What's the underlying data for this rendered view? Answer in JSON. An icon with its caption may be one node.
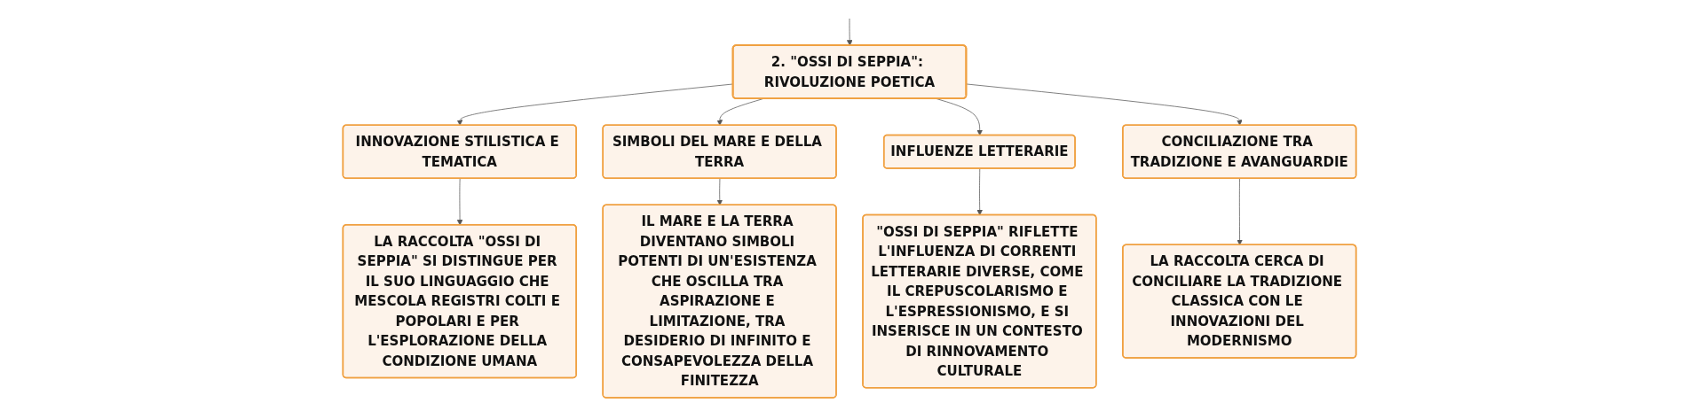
{
  "diagram": {
    "nodes": [
      {
        "text": [
          "2. \"OSSI DI SEPPIA\": RIVOLUZIONE POETICA"
        ]
      },
      {
        "text": [
          "INNOVAZIONE STILISTICA E TEMATICA"
        ]
      },
      {
        "text": [
          "SIMBOLI DEL MARE E DELLA TERRA"
        ]
      },
      {
        "text": [
          "INFLUENZE LETTERARIE"
        ]
      },
      {
        "text": [
          "CONCILIAZIONE TRA TRADIZIONE E AVANGUARDIE"
        ]
      },
      {
        "text": [
          "LA RACCOLTA \"OSSI DI SEPPIA\" SI DISTINGUE PER IL SUO LINGUAGGIO CHE MESCOLA REGISTRI COLTI E POPOLARI E PER L'ESPLORAZIONE DELLA CONDIZIONE UMANA"
        ]
      },
      {
        "text": [
          "IL MARE E LA TERRA DIVENTANO SIMBOLI POTENTI DI UN'ESISTENZA CHE OSCILLA TRA ASPIRAZIONE E LIMITAZIONE, TRA DESIDERIO DI INFINITO E CONSAPEVOLEZZA DELLA FINITEZZA"
        ]
      },
      {
        "text": [
          "\"OSSI DI SEPPIA\" RIFLETTE L'INFLUENZA DI CORRENTI LETTERARIE DIVERSE, COME IL CREPUSCOLARISMO E L'ESPRESSIONISMO, E SI INSERISCE IN UN CONTESTO DI RINNOVAMENTO CULTURALE"
        ]
      },
      {
        "text": [
          "LA RACCOLTA CERCA DI CONCILIARE LA TRADIZIONE CLASSICA CON LE INNOVAZIONI DEL MODERNISMO"
        ]
      }
    ],
    "edges": [
      {
        "from": null,
        "to": 0,
        "arrow": "to"
      },
      {
        "from": 0,
        "to": 1,
        "arrow": "to"
      },
      {
        "from": 0,
        "to": 2,
        "arrow": "to"
      },
      {
        "from": 0,
        "to": 3,
        "arrow": "to"
      },
      {
        "from": 0,
        "to": 4,
        "arrow": "to"
      },
      {
        "from": 1,
        "to": 5,
        "arrow": "to"
      },
      {
        "from": 2,
        "to": 6,
        "arrow": "to"
      },
      {
        "from": 3,
        "to": 7,
        "arrow": "to"
      },
      {
        "from": 4,
        "to": 8,
        "arrow": "to"
      }
    ]
  }
}
